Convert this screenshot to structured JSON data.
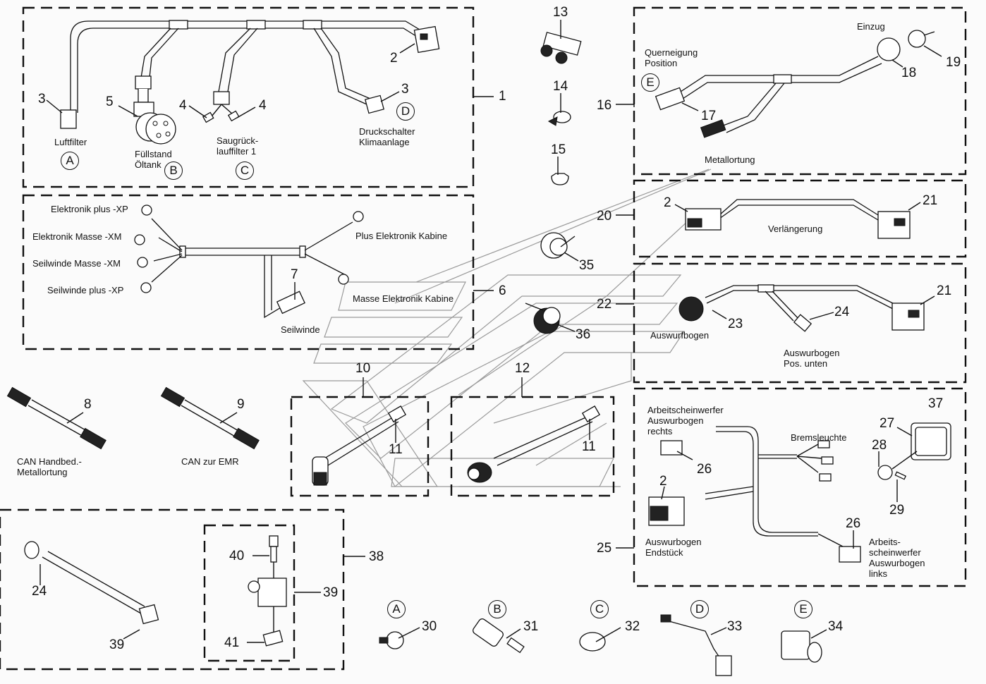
{
  "diagram": {
    "type": "exploded-parts-wiring-diagram",
    "callouts": {
      "n1": "1",
      "n2a": "2",
      "n3a": "3",
      "n3b": "3",
      "n4a": "4",
      "n4b": "4",
      "n5": "5",
      "n6": "6",
      "n7": "7",
      "n8": "8",
      "n9": "9",
      "n10": "10",
      "n11a": "11",
      "n11b": "11",
      "n12": "12",
      "n13": "13",
      "n14": "14",
      "n15": "15",
      "n16": "16",
      "n17": "17",
      "n18": "18",
      "n19": "19",
      "n20": "20",
      "n2b": "2",
      "n21a": "21",
      "n21b": "21",
      "n22": "22",
      "n23": "23",
      "n24a": "24",
      "n25": "25",
      "n26a": "26",
      "n26b": "26",
      "n2c": "2",
      "n27": "27",
      "n28": "28",
      "n29": "29",
      "n37": "37",
      "n35": "35",
      "n36": "36",
      "n38": "38",
      "n24b": "24",
      "n39a": "39",
      "n39b": "39",
      "n40": "40",
      "n41": "41",
      "n30": "30",
      "n31": "31",
      "n32": "32",
      "n33": "33",
      "n34": "34"
    },
    "markers": {
      "A1": "A",
      "B1": "B",
      "C1": "C",
      "D1": "D",
      "E1": "E",
      "A2": "A",
      "B2": "B",
      "C2": "C",
      "D2": "D",
      "E2": "E"
    },
    "labels": {
      "luftfilter": "Luftfilter",
      "fuellstand": "Füllstand\nÖltank",
      "saugrueck": "Saugrück-\nlauffilter 1",
      "druckschalter": "Druckschalter\nKlimaanlage",
      "elek_plus": "Elektronik plus -XP",
      "elek_masse": "Elektronik Masse -XM",
      "seil_masse": "Seilwinde Masse -XM",
      "seil_plus": "Seilwinde plus -XP",
      "plus_kabine": "Plus Elektronik Kabine",
      "masse_kabine": "Masse Elektronik Kabine",
      "seilwinde": "Seilwinde",
      "can_handbed": "CAN Handbed.-\nMetallortung",
      "can_emr": "CAN zur EMR",
      "einzug": "Einzug",
      "querneigung": "Querneigung\nPosition",
      "metallortung": "Metallortung",
      "verlaengerung": "Verlängerung",
      "auswurfbogen": "Auswurfbogen",
      "auswurbogen_pos": "Auswurbogen\nPos. unten",
      "arbeits_rechts": "Arbeitscheinwerfer\nAuswurbogen\nrechts",
      "bremsleuchte": "Bremsleuchte",
      "auswurbogen_end": "Auswurbogen\nEndstück",
      "arbeits_links": "Arbeits-\nscheinwerfer\nAuswurbogen\nlinks"
    }
  }
}
